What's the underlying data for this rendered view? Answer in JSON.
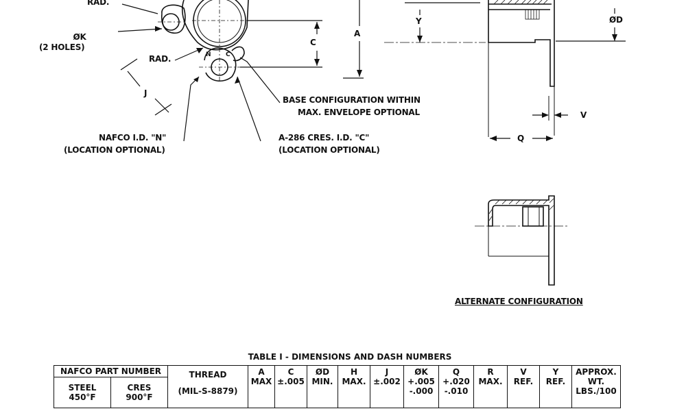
{
  "labels": {
    "rad_top": "RAD.",
    "phi_k": "ØK",
    "two_holes": "(2 HOLES)",
    "rad_mid": "RAD.",
    "n_mark": "N",
    "c_mark": "C",
    "dim_c": "C",
    "dim_a": "A",
    "dim_j": "J",
    "base_config_line1": "BASE CONFIGURATION WITHIN",
    "base_config_line2": "MAX. ENVELOPE OPTIONAL",
    "nafco_id_line1": "NAFCO I.D. \"N\"",
    "nafco_id_line2": "(LOCATION OPTIONAL)",
    "cres_id_line1": "A-286 CRES. I.D. \"C\"",
    "cres_id_line2": "(LOCATION OPTIONAL)",
    "dim_y": "Y",
    "dim_phi_d": "ØD",
    "dim_v": "V",
    "dim_q": "Q",
    "alternate_configuration": "ALTERNATE CONFIGURATION"
  },
  "table": {
    "title": "TABLE I - DIMENSIONS AND DASH NUMBERS",
    "part_number_header": "NAFCO PART NUMBER",
    "steel_line1": "STEEL",
    "steel_line2": "450°F",
    "cres_line1": "CRES",
    "cres_line2": "900°F",
    "thread_line1": "THREAD",
    "thread_line2": "(MIL-S-8879)",
    "columns": [
      {
        "l1": "A",
        "l2": "MAX"
      },
      {
        "l1": "C",
        "l2": "±.005"
      },
      {
        "l1": "ØD",
        "l2": "MIN."
      },
      {
        "l1": "H",
        "l2": "MAX."
      },
      {
        "l1": "J",
        "l2": "±.002"
      },
      {
        "l1": "ØK",
        "l2": "+.005",
        "l3": "-.000"
      },
      {
        "l1": "Q",
        "l2": "+.020",
        "l3": "-.010"
      },
      {
        "l1": "R",
        "l2": "MAX."
      },
      {
        "l1": "V",
        "l2": "REF."
      },
      {
        "l1": "Y",
        "l2": "REF."
      },
      {
        "l1": "APPROX.",
        "l2": "WT.",
        "l3": "LBS./100"
      }
    ]
  }
}
